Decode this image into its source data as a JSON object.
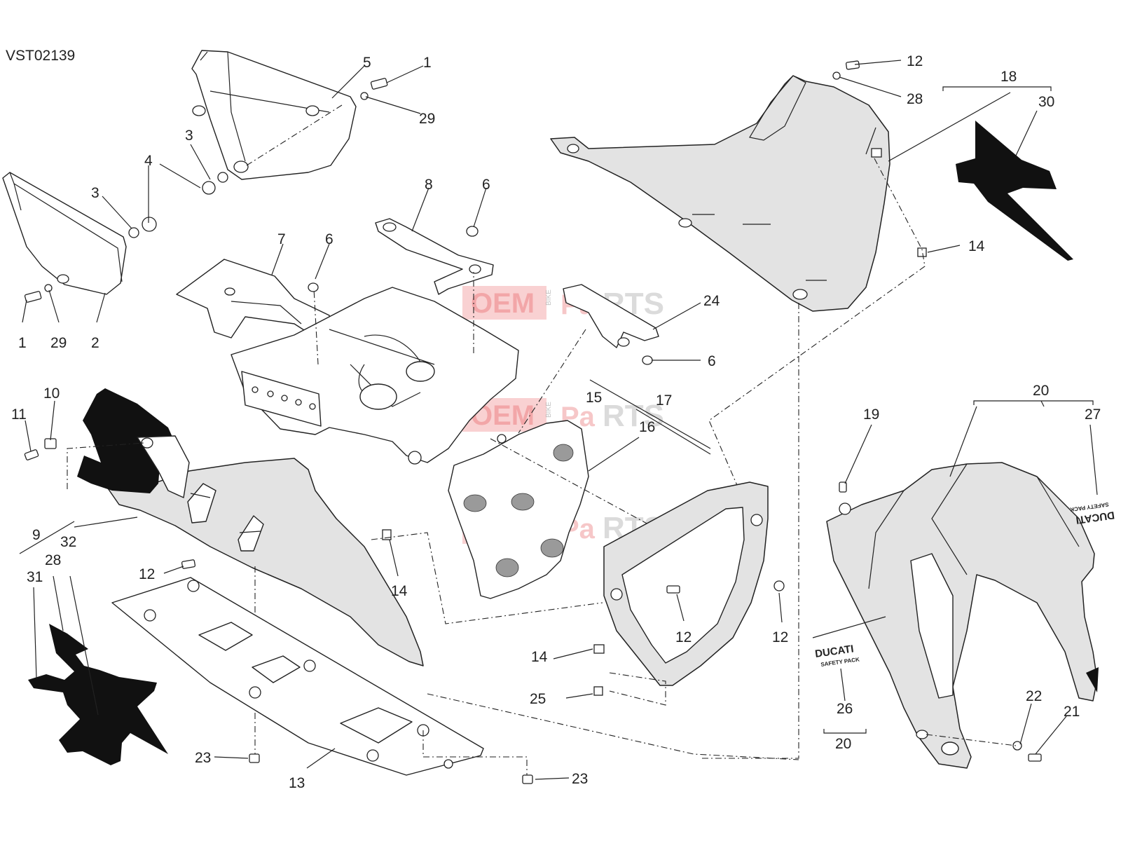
{
  "diagram_code": "VST02139",
  "watermark": {
    "left": "OEM",
    "middle": "BIKE",
    "right_a": "Pa",
    "right_b": "RTS"
  },
  "decal_text": {
    "brand": "DUCATI",
    "sub": "SAFETY PACK"
  },
  "labels": {
    "p1_top": "1",
    "p29_top": "29",
    "p5": "5",
    "p3_upper": "3",
    "p4": "4",
    "p3_lower": "3",
    "p1_bottom": "1",
    "p29_bottom": "29",
    "p2": "2",
    "p8": "8",
    "p6_a": "6",
    "p7": "7",
    "p6_b": "6",
    "p24": "24",
    "p6_c": "6",
    "p12_top": "12",
    "p28_top": "28",
    "p18": "18",
    "p30": "30",
    "p14_right": "14",
    "p10": "10",
    "p11": "11",
    "p15": "15",
    "p17": "17",
    "p16": "16",
    "p20_top": "20",
    "p19": "19",
    "p27": "27",
    "p9": "9",
    "p32": "32",
    "p28_left": "28",
    "p31": "31",
    "p12_left": "12",
    "p14_mid": "14",
    "p12_mid": "12",
    "p12_right": "12",
    "p14_bottom": "14",
    "p25": "25",
    "p26": "26",
    "p20_bottom": "20",
    "p22": "22",
    "p21": "21",
    "p23_left": "23",
    "p13": "13",
    "p23_right": "23"
  }
}
